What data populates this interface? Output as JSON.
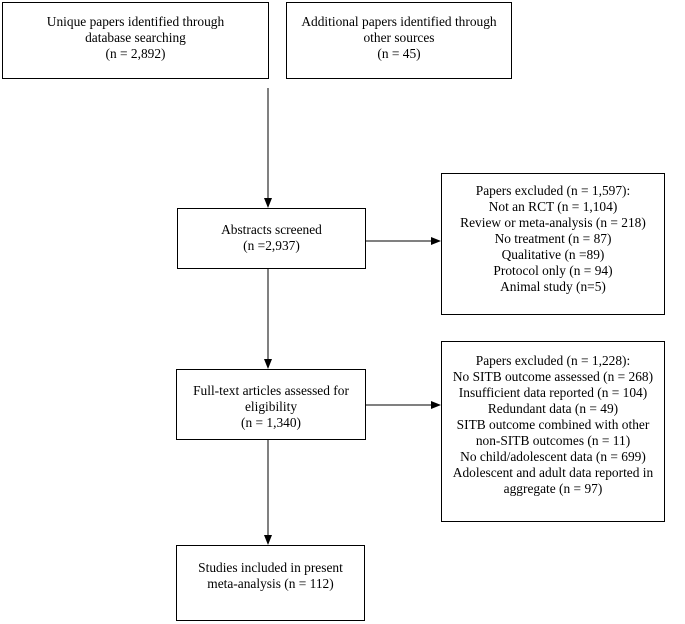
{
  "boxes": {
    "identified": {
      "lines": [
        "Unique papers identified through",
        "database searching",
        "(n = 2,892)"
      ]
    },
    "additional": {
      "lines": [
        "Additional papers identified through",
        "other sources",
        "(n = 45)"
      ]
    },
    "screened": {
      "lines": [
        "Abstracts screened",
        "(n =2,937)"
      ]
    },
    "excluded_abstracts": {
      "lines": [
        "Papers excluded (n = 1,597):",
        "Not an RCT (n = 1,104)",
        "Review or meta-analysis (n = 218)",
        "No treatment (n = 87)",
        "Qualitative (n =89)",
        "Protocol only (n = 94)",
        "Animal study (n=5)"
      ]
    },
    "fulltext": {
      "lines": [
        "Full-text articles assessed for",
        "eligibility",
        "(n = 1,340)"
      ]
    },
    "excluded_fulltext": {
      "lines": [
        "Papers excluded (n = 1,228):",
        "No SITB outcome assessed (n = 268)",
        "Insufficient data reported (n = 104)",
        "Redundant data (n = 49)",
        "SITB outcome combined with other",
        "non-SITB outcomes (n = 11)",
        "No child/adolescent data (n = 699)",
        "Adolescent and adult data reported in",
        "aggregate (n = 97)"
      ]
    },
    "included": {
      "lines": [
        "Studies included in present",
        "meta-analysis (n = 112)"
      ]
    }
  }
}
